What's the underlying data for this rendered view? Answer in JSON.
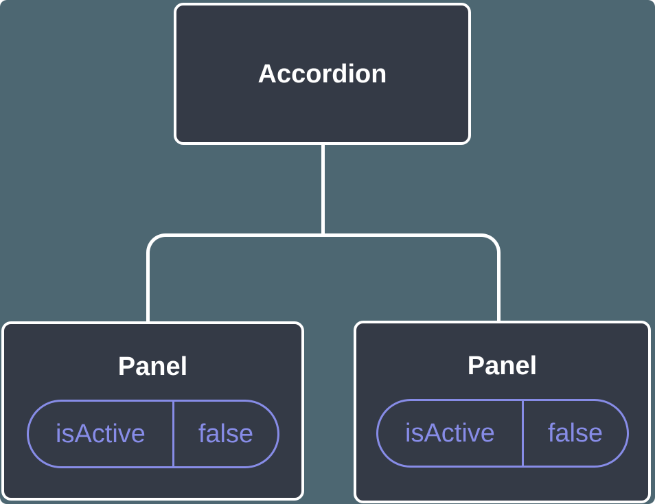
{
  "colors": {
    "background": "#4D6772",
    "node_fill": "#343A46",
    "node_border": "#FFFFFF",
    "connector": "#FFFFFF",
    "state_accent": "#878CE7"
  },
  "tree": {
    "root": {
      "label": "Accordion"
    },
    "children": [
      {
        "label": "Panel",
        "state": {
          "key": "isActive",
          "value": "false"
        }
      },
      {
        "label": "Panel",
        "state": {
          "key": "isActive",
          "value": "false"
        }
      }
    ]
  }
}
